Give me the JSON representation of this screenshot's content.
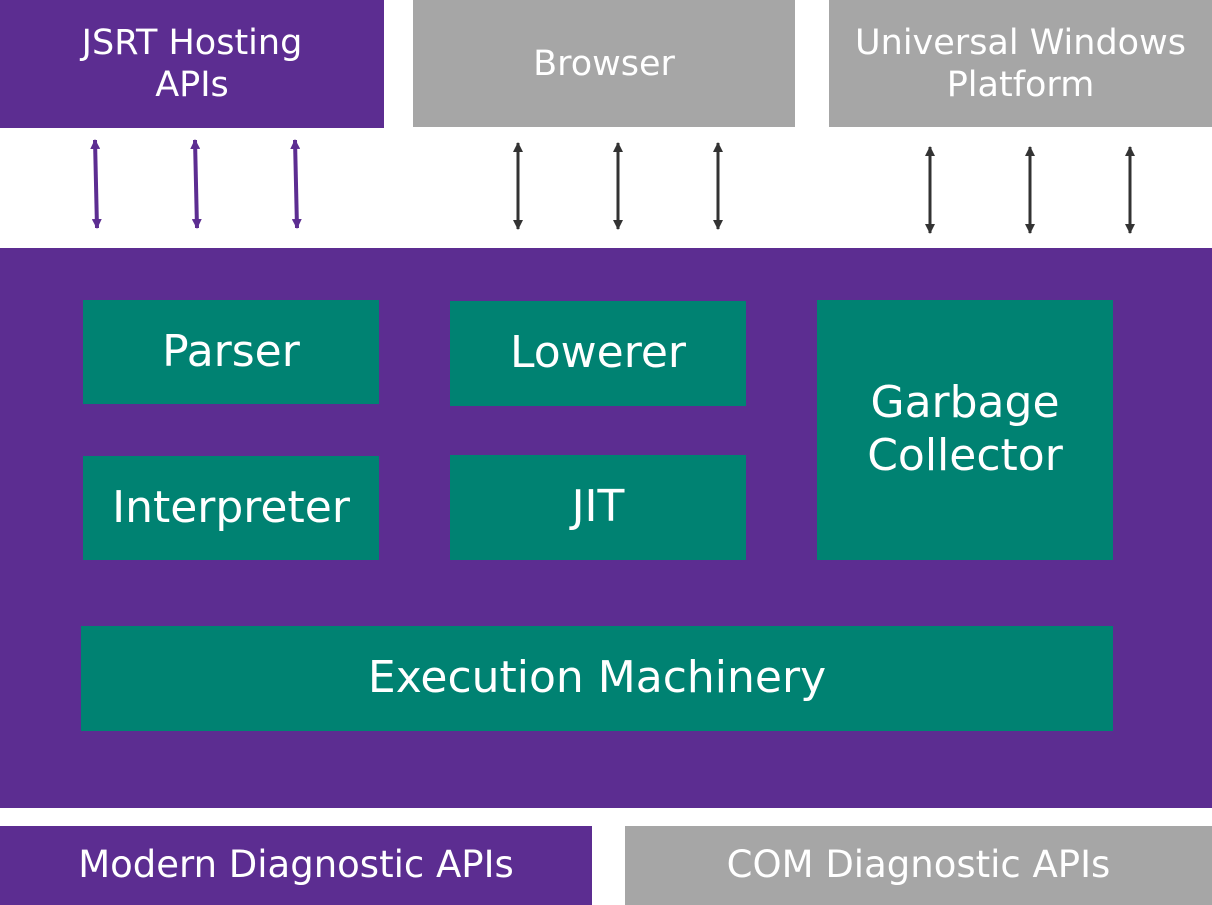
{
  "top_boxes": [
    {
      "label": "JSRT Hosting\nAPIs",
      "color": "#5c2d91"
    },
    {
      "label": "Browser",
      "color": "#a6a6a6"
    },
    {
      "label": "Universal Windows\nPlatform",
      "color": "#a6a6a6"
    }
  ],
  "engine": {
    "color": "#5c2d91",
    "components": {
      "parser": "Parser",
      "lowerer": "Lowerer",
      "garbage_collector": "Garbage\nCollector",
      "interpreter": "Interpreter",
      "jit": "JIT",
      "execution_machinery": "Execution Machinery"
    },
    "component_color": "#008272"
  },
  "bottom_boxes": [
    {
      "label": "Modern Diagnostic APIs",
      "color": "#5c2d91"
    },
    {
      "label": "COM Diagnostic APIs",
      "color": "#a6a6a6"
    }
  ],
  "arrow_colors": {
    "jsrt": "#5c2d91",
    "other": "#333333"
  }
}
